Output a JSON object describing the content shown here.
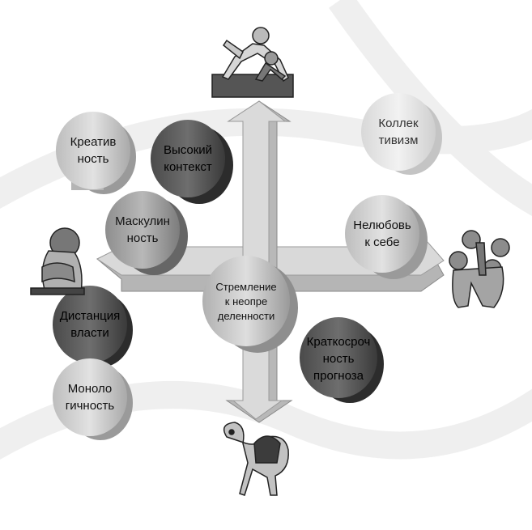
{
  "colors": {
    "background": "#ffffff",
    "arrow_fill": "#c9c9c9",
    "arrow_stroke": "#8a8a8a",
    "dark_text": "#000000",
    "light_text": "#333333"
  },
  "center_label": "Стремление\nк неопре\nделенности",
  "cylinders": [
    {
      "id": "creativity",
      "label": "Креатив\nность",
      "tone": "light"
    },
    {
      "id": "high-context",
      "label": "Высокий\nконтекст",
      "tone": "dark"
    },
    {
      "id": "masculinity",
      "label": "Маскулин\nность",
      "tone": "medium"
    },
    {
      "id": "collectivism",
      "label": "Коллек\nтивизм",
      "tone": "verylight"
    },
    {
      "id": "self-dislike",
      "label": "Нелюбовь\nк себе",
      "tone": "light"
    },
    {
      "id": "power-distance",
      "label": "Дистанция\nвласти",
      "tone": "dark"
    },
    {
      "id": "monochronism",
      "label": "Моноло\nгичность",
      "tone": "light"
    },
    {
      "id": "short-term-forecast",
      "label": "Краткосроч\nность\nпрогноза",
      "tone": "dark"
    }
  ],
  "illustrations": [
    {
      "id": "runners",
      "icon": "sprinters-icon"
    },
    {
      "id": "sad-child",
      "icon": "sad-child-icon"
    },
    {
      "id": "group",
      "icon": "team-group-icon"
    },
    {
      "id": "camel",
      "icon": "camel-icon"
    }
  ]
}
